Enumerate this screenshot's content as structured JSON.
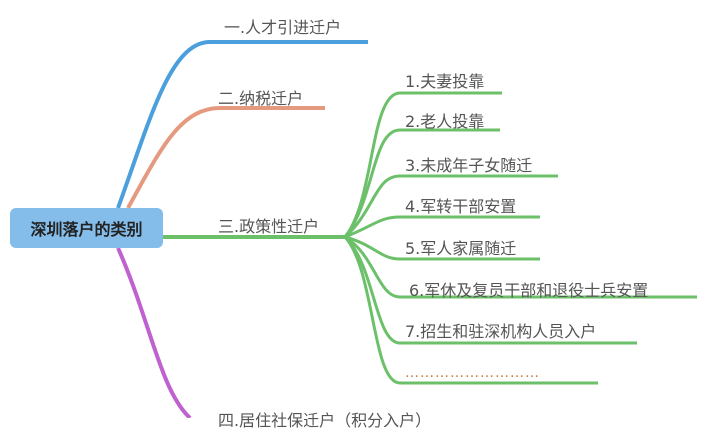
{
  "root": {
    "label": "深圳落户的类别",
    "color": "#85bdea"
  },
  "branches": [
    {
      "label": "一.人才引进迁户",
      "color": "#4a9fdc"
    },
    {
      "label": "二.纳税迁户",
      "color": "#e59a80"
    },
    {
      "label": "三.政策性迁户",
      "color": "#6cc06a",
      "children": [
        "1.夫妻投靠",
        "2.老人投靠",
        "3.未成年子女随迁",
        "4.军转干部安置",
        "5.军人家属随迁",
        "6.军休及复员干部和退役士兵安置",
        "7.招生和驻深机构人员入户",
        "………………………"
      ]
    },
    {
      "label": "四.居住社保迁户（积分入户）",
      "color": "#c061d0"
    }
  ]
}
